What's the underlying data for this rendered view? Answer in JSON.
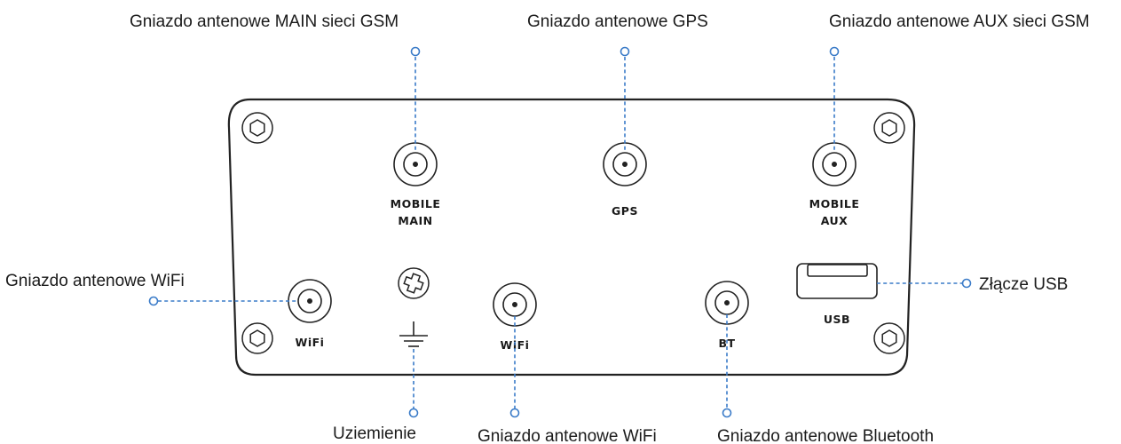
{
  "callouts": {
    "main_gsm": "Gniazdo antenowe MAIN sieci GSM",
    "gps": "Gniazdo antenowe GPS",
    "aux_gsm": "Gniazdo antenowe AUX sieci GSM",
    "wifi_left": "Gniazdo antenowe WiFi",
    "usb": "Złącze USB",
    "ground": "Uziemienie",
    "wifi_bottom": "Gniazdo antenowe WiFi",
    "bluetooth": "Gniazdo antenowe Bluetooth"
  },
  "panel": {
    "mobile_main_line1": "MOBILE",
    "mobile_main_line2": "MAIN",
    "gps": "GPS",
    "mobile_aux_line1": "MOBILE",
    "mobile_aux_line2": "AUX",
    "wifi_left": "WiFi",
    "wifi_center": "WiFi",
    "bt": "BT",
    "usb": "USB"
  },
  "colors": {
    "leader": "#3a7bc8",
    "outline": "#222222"
  }
}
